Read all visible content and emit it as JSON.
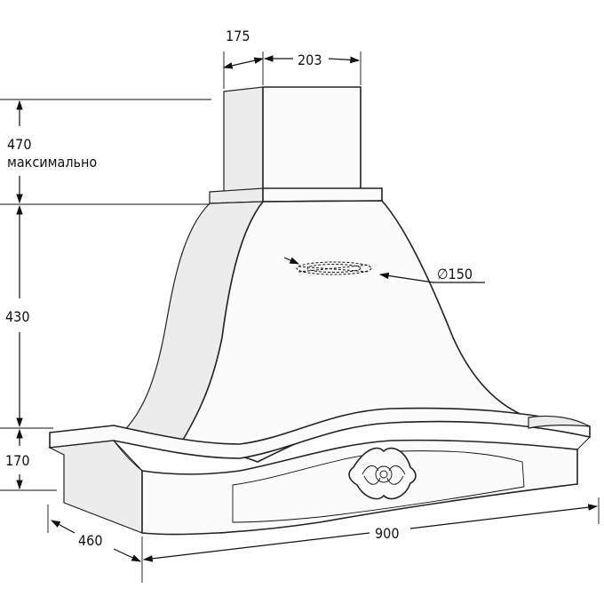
{
  "dimensions": {
    "duct_depth": "175",
    "duct_width": "203",
    "duct_height": "470",
    "duct_height_note": "максимально",
    "hood_height": "430",
    "base_height": "170",
    "outlet_diameter": "∅150",
    "depth": "460",
    "width": "900"
  },
  "colors": {
    "line": "#111111",
    "surface": "#fbfbfb",
    "shadow": "#ececec"
  },
  "icons": {
    "ornament": "decorative-rosette-icon"
  }
}
